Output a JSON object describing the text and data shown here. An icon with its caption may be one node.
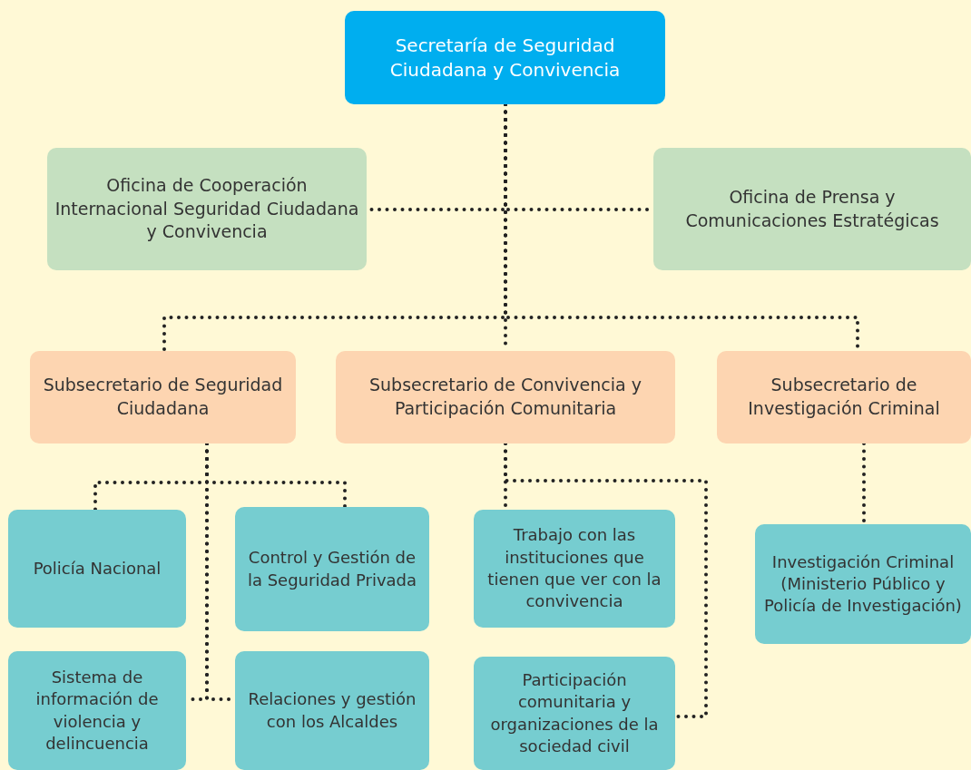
{
  "diagram": {
    "nodes": [
      {
        "text": [
          "Secretaría de Seguridad Ciudadana y Convivencia"
        ]
      },
      {
        "text": [
          "Oficina de Cooperación Internacional Seguridad Ciudadana y Convivencia"
        ]
      },
      {
        "text": [
          "Oficina de Prensa y Comunicaciones Estratégicas"
        ]
      },
      {
        "text": [
          "Subsecretario de Seguridad Ciudadana"
        ]
      },
      {
        "text": [
          "Subsecretario de Convivencia y Participación Comunitaria"
        ]
      },
      {
        "text": [
          "Subsecretario de Investigación Criminal"
        ]
      },
      {
        "text": [
          "Policía Nacional"
        ]
      },
      {
        "text": [
          "Control y Gestión de la Seguridad Privada"
        ]
      },
      {
        "text": [
          "Trabajo con las instituciones que tienen que ver con la convivencia"
        ]
      },
      {
        "text": [
          "Investigación Criminal (Ministerio Público y Policía de Investigación)"
        ]
      },
      {
        "text": [
          "Sistema de información de violencia y delincuencia"
        ]
      },
      {
        "text": [
          "Relaciones y gestión con los Alcaldes"
        ]
      },
      {
        "text": [
          "Participación comunitaria y organizaciones de la sociedad civil"
        ]
      }
    ],
    "edges": [
      {
        "from": 0,
        "to": 1,
        "arrow": "none",
        "style": "dashed"
      },
      {
        "from": 0,
        "to": 2,
        "arrow": "none",
        "style": "dashed"
      },
      {
        "from": 0,
        "to": 3,
        "arrow": "none",
        "style": "dashed"
      },
      {
        "from": 0,
        "to": 4,
        "arrow": "none",
        "style": "dashed"
      },
      {
        "from": 0,
        "to": 5,
        "arrow": "none",
        "style": "dashed"
      },
      {
        "from": 3,
        "to": 6,
        "arrow": "none",
        "style": "dashed"
      },
      {
        "from": 3,
        "to": 7,
        "arrow": "none",
        "style": "dashed"
      },
      {
        "from": 3,
        "to": 10,
        "arrow": "none",
        "style": "dashed"
      },
      {
        "from": 3,
        "to": 11,
        "arrow": "none",
        "style": "dashed"
      },
      {
        "from": 4,
        "to": 8,
        "arrow": "none",
        "style": "dashed"
      },
      {
        "from": 4,
        "to": 12,
        "arrow": "none",
        "style": "dashed"
      },
      {
        "from": 5,
        "to": 9,
        "arrow": "none",
        "style": "dashed"
      }
    ]
  }
}
